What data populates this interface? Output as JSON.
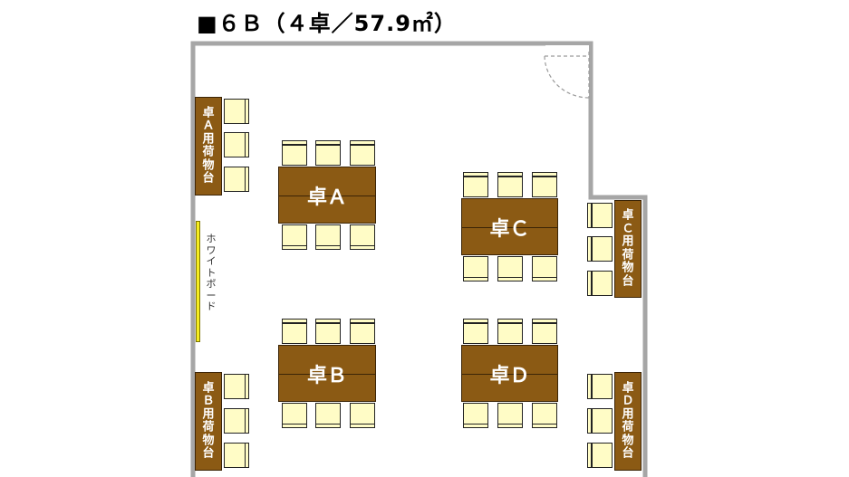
{
  "title": "■６Ｂ（４卓／57.9㎡）",
  "whiteboard_label": "ホワイトボード",
  "tables": [
    {
      "label": "卓Ａ"
    },
    {
      "label": "卓Ｂ"
    },
    {
      "label": "卓Ｃ"
    },
    {
      "label": "卓Ｄ"
    }
  ],
  "luggage": [
    {
      "label": "卓Ａ用荷物台"
    },
    {
      "label": "卓Ｂ用荷物台"
    },
    {
      "label": "卓Ｃ用荷物台"
    },
    {
      "label": "卓Ｄ用荷物台"
    }
  ],
  "colors": {
    "wall": "#a6a6a6",
    "table": "#8b5a14",
    "chair": "#fffcc6",
    "whiteboard": "#f5ec22"
  }
}
